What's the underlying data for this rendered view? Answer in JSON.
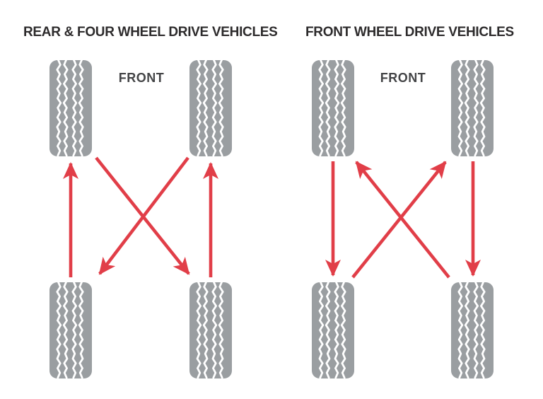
{
  "diagram": {
    "type": "tire-rotation-pattern-diagram",
    "background_color": "#ffffff",
    "colors": {
      "tire_gray": "#9a9ea1",
      "tread_white": "#ffffff",
      "arrow_red": "#e13e48",
      "title_text": "#2d2b2c",
      "front_label_text": "#434446"
    },
    "panels": [
      {
        "id": "rear-four-wheel-drive",
        "title": "REAR & FOUR WHEEL DRIVE VEHICLES",
        "front_label": "FRONT",
        "wheels": [
          "front-left",
          "front-right",
          "rear-left",
          "rear-right"
        ],
        "rotation_arrows": [
          {
            "from": "rear-left",
            "to": "front-left",
            "path": "straight",
            "direction": "up"
          },
          {
            "from": "rear-right",
            "to": "front-right",
            "path": "straight",
            "direction": "up"
          },
          {
            "from": "front-left",
            "to": "rear-right",
            "path": "cross",
            "direction": "down"
          },
          {
            "from": "front-right",
            "to": "rear-left",
            "path": "cross",
            "direction": "down"
          }
        ]
      },
      {
        "id": "front-wheel-drive",
        "title": "FRONT WHEEL DRIVE VEHICLES",
        "front_label": "FRONT",
        "wheels": [
          "front-left",
          "front-right",
          "rear-left",
          "rear-right"
        ],
        "rotation_arrows": [
          {
            "from": "front-left",
            "to": "rear-left",
            "path": "straight",
            "direction": "down"
          },
          {
            "from": "front-right",
            "to": "rear-right",
            "path": "straight",
            "direction": "down"
          },
          {
            "from": "rear-left",
            "to": "front-right",
            "path": "cross",
            "direction": "up"
          },
          {
            "from": "rear-right",
            "to": "front-left",
            "path": "cross",
            "direction": "up"
          }
        ]
      }
    ]
  }
}
